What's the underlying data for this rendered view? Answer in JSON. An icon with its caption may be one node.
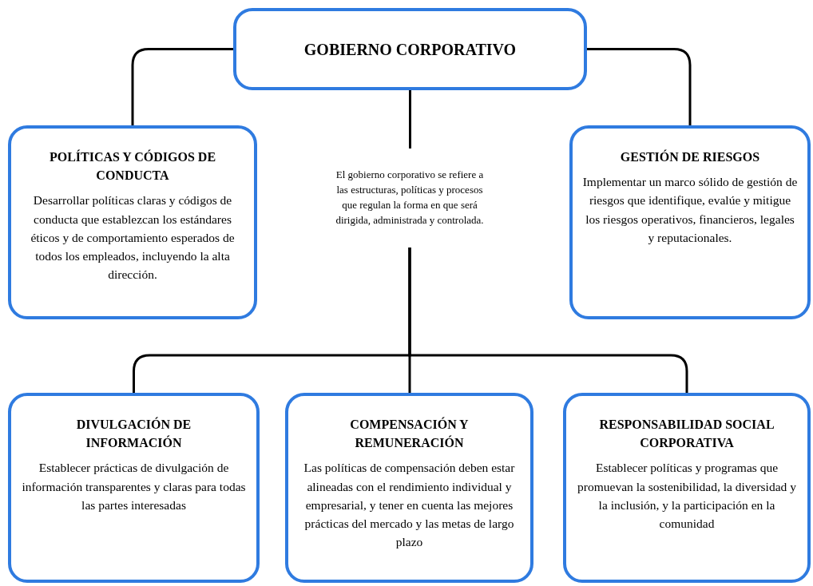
{
  "diagram": {
    "nodes": [
      {
        "text": [
          "GOBIERNO CORPORATIVO"
        ]
      },
      {
        "text": [
          "POLÍTICAS Y CÓDIGOS DE CONDUCTA",
          "Desarrollar políticas claras y códigos de conducta que establezcan los estándares éticos y de comportamiento esperados de todos los empleados, incluyendo la alta dirección."
        ]
      },
      {
        "text": [
          "El gobierno corporativo se refiere a las estructuras, políticas y procesos que regulan la forma en que será dirigida, administrada y controlada."
        ]
      },
      {
        "text": [
          "GESTIÓN DE RIESGOS",
          "Implementar un marco sólido de gestión de riesgos que identifique, evalúe y mitigue los riesgos operativos, financieros, legales y reputacionales."
        ]
      },
      {
        "text": [
          "DIVULGACIÓN DE INFORMACIÓN",
          "Establecer prácticas de divulgación de información transparentes y claras para todas las partes interesadas"
        ]
      },
      {
        "text": [
          "COMPENSACIÓN Y REMUNERACIÓN",
          "Las políticas de compensación deben estar alineadas con el rendimiento individual y empresarial, y tener en cuenta las mejores prácticas del mercado y las metas de largo plazo"
        ]
      },
      {
        "text": [
          "RESPONSABILIDAD SOCIAL CORPORATIVA",
          "Establecer políticas y programas que promuevan la sostenibilidad, la diversidad y la inclusión, y la participación en la comunidad"
        ]
      }
    ],
    "edges": [
      {
        "from": 0,
        "to": 1,
        "arrow": "none"
      },
      {
        "from": 0,
        "to": 3,
        "arrow": "none"
      },
      {
        "from": 0,
        "to": 2,
        "arrow": "none"
      },
      {
        "from": 2,
        "to": 4,
        "arrow": "none"
      },
      {
        "from": 2,
        "to": 5,
        "arrow": "none"
      },
      {
        "from": 2,
        "to": 6,
        "arrow": "none"
      }
    ]
  }
}
